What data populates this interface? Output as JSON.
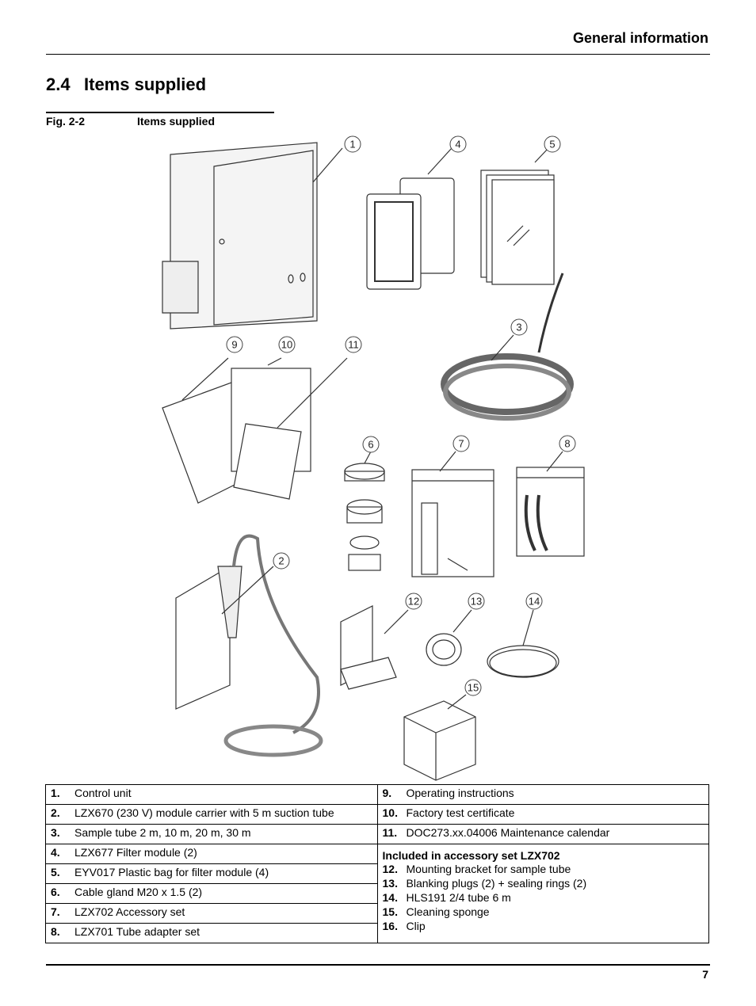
{
  "header": {
    "title": "General information"
  },
  "section": {
    "number": "2.4",
    "title": "Items supplied"
  },
  "figure": {
    "number": "Fig. 2-2",
    "caption": "Items supplied",
    "callouts": [
      "1",
      "2",
      "3",
      "4",
      "5",
      "6",
      "7",
      "8",
      "9",
      "10",
      "11",
      "12",
      "13",
      "14",
      "15"
    ]
  },
  "table": {
    "left": [
      {
        "num": "1.",
        "text": "Control unit"
      },
      {
        "num": "2.",
        "text": "LZX670 (230 V) module carrier with 5 m suction tube"
      },
      {
        "num": "3.",
        "text": "Sample tube 2 m, 10 m, 20 m, 30 m"
      },
      {
        "num": "4.",
        "text": "LZX677 Filter module (2)"
      },
      {
        "num": "5.",
        "text": "EYV017 Plastic bag for filter module (4)"
      },
      {
        "num": "6.",
        "text": "Cable gland M20 x 1.5 (2)"
      },
      {
        "num": "7.",
        "text": "LZX702 Accessory set"
      },
      {
        "num": "8.",
        "text": "LZX701 Tube adapter set"
      }
    ],
    "right": [
      {
        "num": "9.",
        "text": "Operating instructions"
      },
      {
        "num": "10.",
        "text": "Factory test certificate"
      },
      {
        "num": "11.",
        "text": "DOC273.xx.04006 Maintenance calendar"
      }
    ],
    "accessory_heading": "Included in accessory set LZX702",
    "accessory_items": [
      {
        "num": "12.",
        "text": "Mounting bracket for sample tube"
      },
      {
        "num": "13.",
        "text": "Blanking plugs (2) + sealing rings (2)"
      },
      {
        "num": "14.",
        "text": "HLS191 2/4 tube 6 m"
      },
      {
        "num": "15.",
        "text": "Cleaning sponge"
      },
      {
        "num": "16.",
        "text": "Clip"
      }
    ]
  },
  "footer": {
    "page": "7"
  }
}
